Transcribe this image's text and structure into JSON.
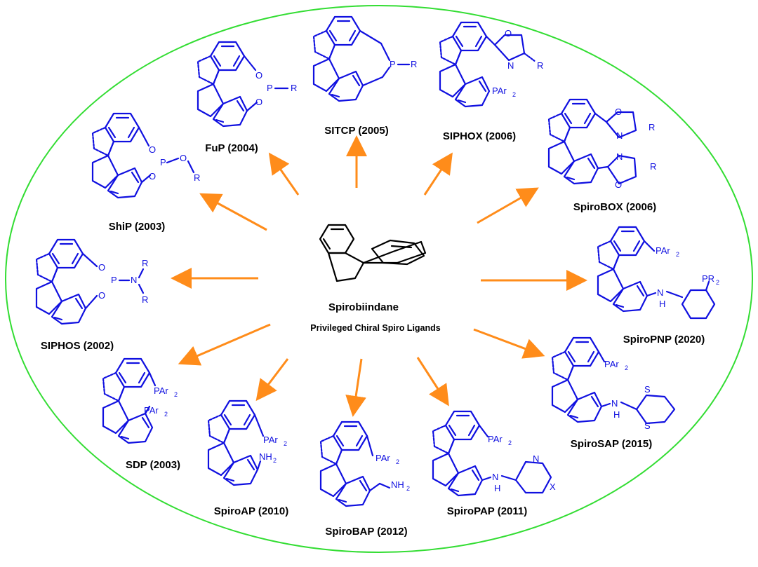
{
  "diagram": {
    "center": {
      "title": "Spirobiindane",
      "subtitle": "Privileged Chiral Spiro Ligands"
    },
    "ligands": [
      {
        "id": "fup",
        "label": "FuP (2004)",
        "groups": [
          "O",
          "P",
          "O",
          "R"
        ]
      },
      {
        "id": "sitcp",
        "label": "SITCP (2005)",
        "groups": [
          "P",
          "R"
        ]
      },
      {
        "id": "siphox",
        "label": "SIPHOX (2006)",
        "groups": [
          "O",
          "N",
          "R",
          "PAr",
          "2"
        ]
      },
      {
        "id": "spirobox",
        "label": "SpiroBOX (2006)",
        "groups": [
          "O",
          "N",
          "R",
          "N",
          "O",
          "R"
        ]
      },
      {
        "id": "shiP",
        "label": "ShiP (2003)",
        "groups": [
          "O",
          "P",
          "O",
          "O",
          "R"
        ]
      },
      {
        "id": "siphos",
        "label": "SIPHOS (2002)",
        "groups": [
          "O",
          "P",
          "N",
          "R",
          "R",
          "O"
        ]
      },
      {
        "id": "spiropnp",
        "label": "SpiroPNP (2020)",
        "groups": [
          "PAr",
          "2",
          "N",
          "H",
          "PR",
          "2"
        ]
      },
      {
        "id": "spirosap",
        "label": "SpiroSAP (2015)",
        "groups": [
          "PAr",
          "2",
          "N",
          "H",
          "S",
          "S"
        ]
      },
      {
        "id": "sdp",
        "label": "SDP (2003)",
        "groups": [
          "PAr",
          "2",
          "PAr",
          "2"
        ]
      },
      {
        "id": "spiroap",
        "label": "SpiroAP (2010)",
        "groups": [
          "PAr",
          "2",
          "NH",
          "2"
        ]
      },
      {
        "id": "spirobap",
        "label": "SpiroBAP (2012)",
        "groups": [
          "PAr",
          "2",
          "NH",
          "2"
        ]
      },
      {
        "id": "spiropap",
        "label": "SpiroPAP (2011)",
        "groups": [
          "PAr",
          "2",
          "N",
          "H",
          "N",
          "X"
        ]
      }
    ]
  },
  "colors": {
    "ellipse": "#33dd33",
    "arrow": "#ff8c1a",
    "ligand": "#1010e0",
    "core": "#000000"
  }
}
